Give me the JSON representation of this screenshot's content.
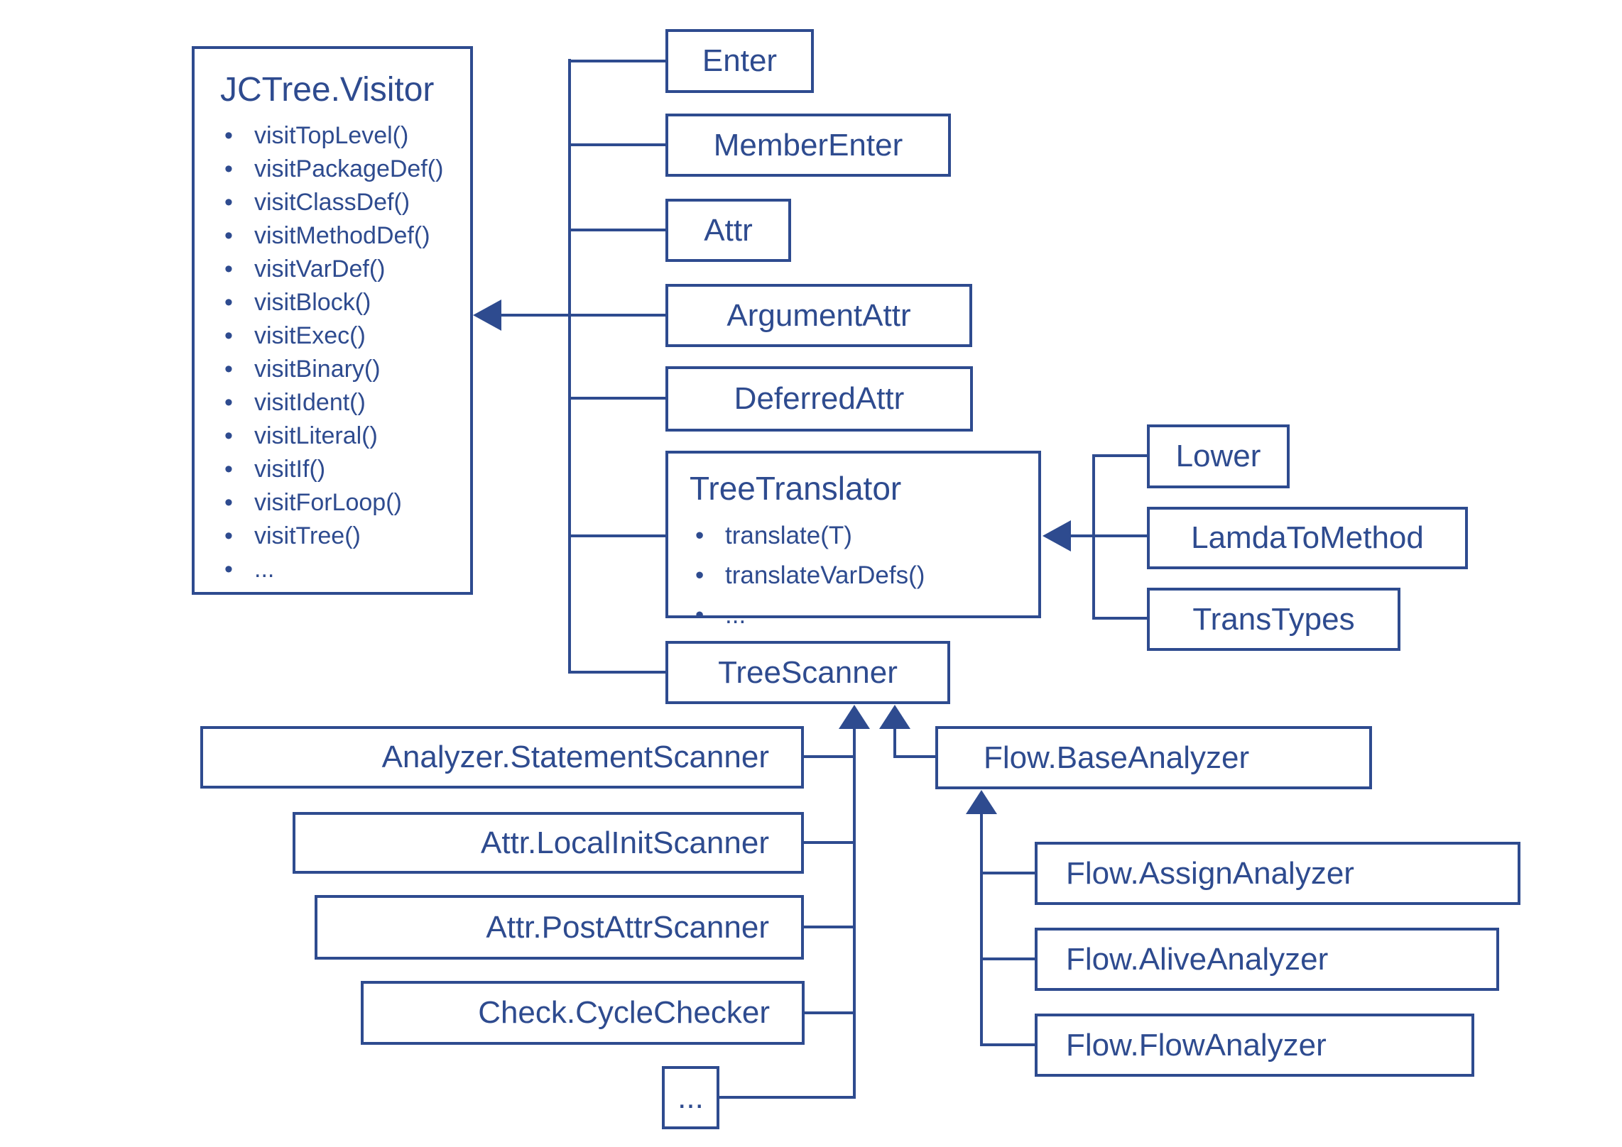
{
  "colors": {
    "accent": "#2e4b8f",
    "background": "#ffffff"
  },
  "visitor": {
    "title": "JCTree.Visitor",
    "methods": [
      "visitTopLevel()",
      "visitPackageDef()",
      "visitClassDef()",
      "visitMethodDef()",
      "visitVarDef()",
      "visitBlock()",
      "visitExec()",
      "visitBinary()",
      "visitIdent()",
      "visitLiteral()",
      "visitIf()",
      "visitForLoop()",
      "visitTree()",
      "..."
    ]
  },
  "visitor_subclasses": {
    "enter": "Enter",
    "member_enter": "MemberEnter",
    "attr": "Attr",
    "argument_attr": "ArgumentAttr",
    "deferred_attr": "DeferredAttr"
  },
  "tree_translator": {
    "title": "TreeTranslator",
    "methods": [
      "translate(T)",
      "translateVarDefs()",
      "..."
    ]
  },
  "translator_subclasses": {
    "lower": "Lower",
    "lamda_to_method": "LamdaToMethod",
    "trans_types": "TransTypes"
  },
  "tree_scanner": {
    "title": "TreeScanner"
  },
  "scanner_subclasses": {
    "statement_scanner": "Analyzer.StatementScanner",
    "local_init_scanner": "Attr.LocalInitScanner",
    "post_attr_scanner": "Attr.PostAttrScanner",
    "cycle_checker": "Check.CycleChecker",
    "more": "..."
  },
  "flow": {
    "base": "Flow.BaseAnalyzer",
    "assign": "Flow.AssignAnalyzer",
    "alive": "Flow.AliveAnalyzer",
    "flow": "Flow.FlowAnalyzer"
  }
}
